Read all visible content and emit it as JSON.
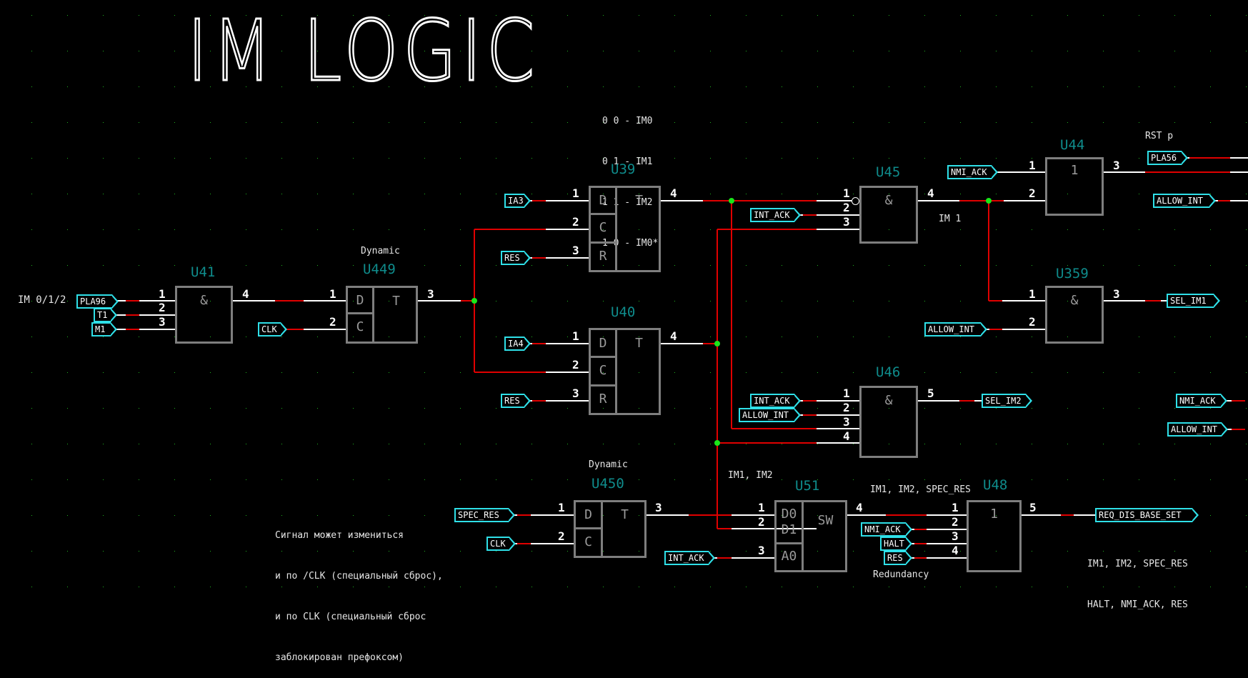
{
  "title": "IM LOGIC",
  "notes": {
    "truth_table": [
      "0 0 - IM0",
      "0 1 - IM1",
      "1 1 - IM2",
      "1 0 - IM0*"
    ],
    "im012": "IM 0/1/2",
    "dynamic_u449": "Dynamic",
    "dynamic_u450": "Dynamic",
    "im1_label": "IM 1",
    "im1_im2": "IM1, IM2",
    "im1_im2_spec": "IM1, IM2, SPEC_RES",
    "redundancy": "Redundancy",
    "rst_p": "RST p",
    "req_desc_1": "IM1, IM2, SPEC_RES",
    "req_desc_2": "HALT, NMI_ACK, RES",
    "russian_comment": [
      "Сигнал может измениться",
      "и по /CLK (специальный сброс),",
      "и по CLK (специальный сброс",
      "заблокирован префоксом)"
    ]
  },
  "components": {
    "U41": {
      "ref": "U41",
      "symbol": "&",
      "pins": {
        "in": [
          "1",
          "2",
          "3"
        ],
        "out": "4"
      }
    },
    "U449": {
      "ref": "U449",
      "cells": [
        "D",
        "C"
      ],
      "out_cell": "T",
      "pins": {
        "in": [
          "1",
          "2"
        ],
        "out": "3"
      }
    },
    "U39": {
      "ref": "U39",
      "cells": [
        "D",
        "C",
        "R"
      ],
      "out_cell": "T",
      "pins": {
        "in": [
          "1",
          "2",
          "3"
        ],
        "out": "4"
      }
    },
    "U40": {
      "ref": "U40",
      "cells": [
        "D",
        "C",
        "R"
      ],
      "out_cell": "T",
      "pins": {
        "in": [
          "1",
          "2",
          "3"
        ],
        "out": "4"
      }
    },
    "U45": {
      "ref": "U45",
      "symbol": "&",
      "pins": {
        "in": [
          "1",
          "2",
          "3"
        ],
        "out": "4"
      }
    },
    "U44": {
      "ref": "U44",
      "symbol": "1",
      "pins": {
        "in": [
          "1",
          "2"
        ],
        "out": "3"
      }
    },
    "U359": {
      "ref": "U359",
      "symbol": "&",
      "pins": {
        "in": [
          "1",
          "2"
        ],
        "out": "3"
      }
    },
    "U46": {
      "ref": "U46",
      "symbol": "&",
      "pins": {
        "in": [
          "1",
          "2",
          "3",
          "4"
        ],
        "out": "5"
      }
    },
    "U450": {
      "ref": "U450",
      "cells": [
        "D",
        "C"
      ],
      "out_cell": "T",
      "pins": {
        "in": [
          "1",
          "2"
        ],
        "out": "3"
      }
    },
    "U51": {
      "ref": "U51",
      "cells": [
        "D0\nD1",
        "A0"
      ],
      "out_cell": "SW",
      "pins": {
        "in": [
          "1",
          "2",
          "3"
        ],
        "out": "4"
      }
    },
    "U48": {
      "ref": "U48",
      "symbol": "1",
      "pins": {
        "in": [
          "1",
          "2",
          "3",
          "4"
        ],
        "out": "5"
      }
    }
  },
  "ports": {
    "pla96": "PLA96",
    "t1": "T1",
    "m1": "M1",
    "clk1": "CLK",
    "ia3": "IA3",
    "res1": "RES",
    "ia4": "IA4",
    "res2": "RES",
    "int_ack1": "INT_ACK",
    "nmi_ack1": "NMI_ACK",
    "allow_int1": "ALLOW_INT",
    "pla56": "PLA56",
    "allow_int2": "ALLOW_INT",
    "sel_im1": "SEL_IM1",
    "int_ack2": "INT_ACK",
    "allow_int3": "ALLOW_INT",
    "sel_im2": "SEL_IM2",
    "nmi_ack2": "NMI_ACK",
    "allow_int4": "ALLOW_INT",
    "spec_res": "SPEC_RES",
    "clk2": "CLK",
    "int_ack3": "INT_ACK",
    "nmi_ack3": "NMI_ACK",
    "halt": "HALT",
    "res3": "RES",
    "req_dis_base_set": "REQ_DIS_BASE_SET"
  },
  "colors": {
    "background": "#000000",
    "wire": "#ffffff",
    "net": "#e00000",
    "junction": "#19e619",
    "grid": "#1fb31f",
    "component_border": "#7e7e7e",
    "ref_label": "#0f8c8c",
    "port_border": "#2fe0e8"
  }
}
